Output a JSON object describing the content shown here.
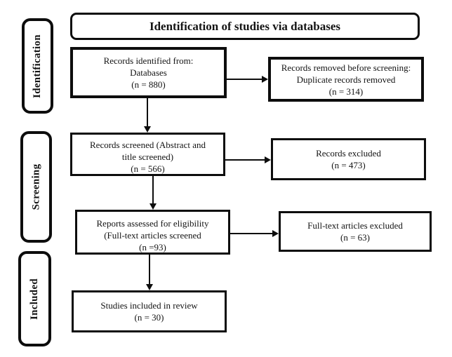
{
  "title": "Identification of studies via databases",
  "sidebar": {
    "stages": [
      {
        "label": "Identification"
      },
      {
        "label": "Screening"
      },
      {
        "label": "Included"
      }
    ]
  },
  "flow": {
    "records_identified": {
      "lines": [
        "Records identified from:",
        "Databases",
        "(n = 880)"
      ]
    },
    "records_removed": {
      "lines": [
        "Records removed before screening:",
        "Duplicate records removed",
        "(n = 314)"
      ]
    },
    "records_screened": {
      "lines": [
        "Records screened (Abstract and",
        "title screened)",
        "(n = 566)"
      ]
    },
    "records_excluded": {
      "lines": [
        "Records excluded",
        "(n = 473)"
      ]
    },
    "reports_assessed": {
      "lines": [
        "Reports assessed for eligibility",
        "(Full-text articles screened",
        "(n =93)"
      ]
    },
    "fulltext_excluded": {
      "lines": [
        "Full-text articles excluded",
        "(n = 63)"
      ]
    },
    "studies_included": {
      "lines": [
        "Studies included in review",
        "(n = 30)"
      ]
    }
  },
  "colors": {
    "border": "#0d0d0d",
    "background": "#ffffff",
    "text": "#141414"
  }
}
